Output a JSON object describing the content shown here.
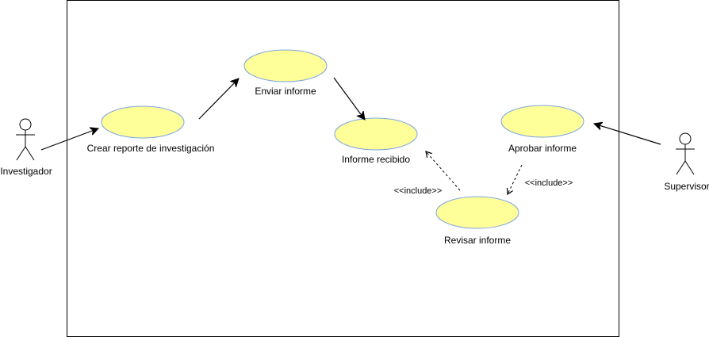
{
  "diagram": {
    "actors": {
      "investigador": {
        "label": "Investigador"
      },
      "supervisor": {
        "label": "Supervisor"
      }
    },
    "use_cases": {
      "crear_reporte": {
        "label": "Crear reporte de investigación"
      },
      "enviar_informe": {
        "label": "Enviar informe"
      },
      "informe_recibido": {
        "label": "Informe recibido"
      },
      "aprobar_informe": {
        "label": "Aprobar informe"
      },
      "revisar_informe": {
        "label": "Revisar informe"
      }
    },
    "relations": {
      "include_left": {
        "label": "<<include>>"
      },
      "include_right": {
        "label": "<<include>>"
      }
    },
    "colors": {
      "use_case_fill": "#ffff99",
      "use_case_stroke": "#7ea6e0",
      "line": "#000000",
      "boundary": "#000000"
    }
  }
}
